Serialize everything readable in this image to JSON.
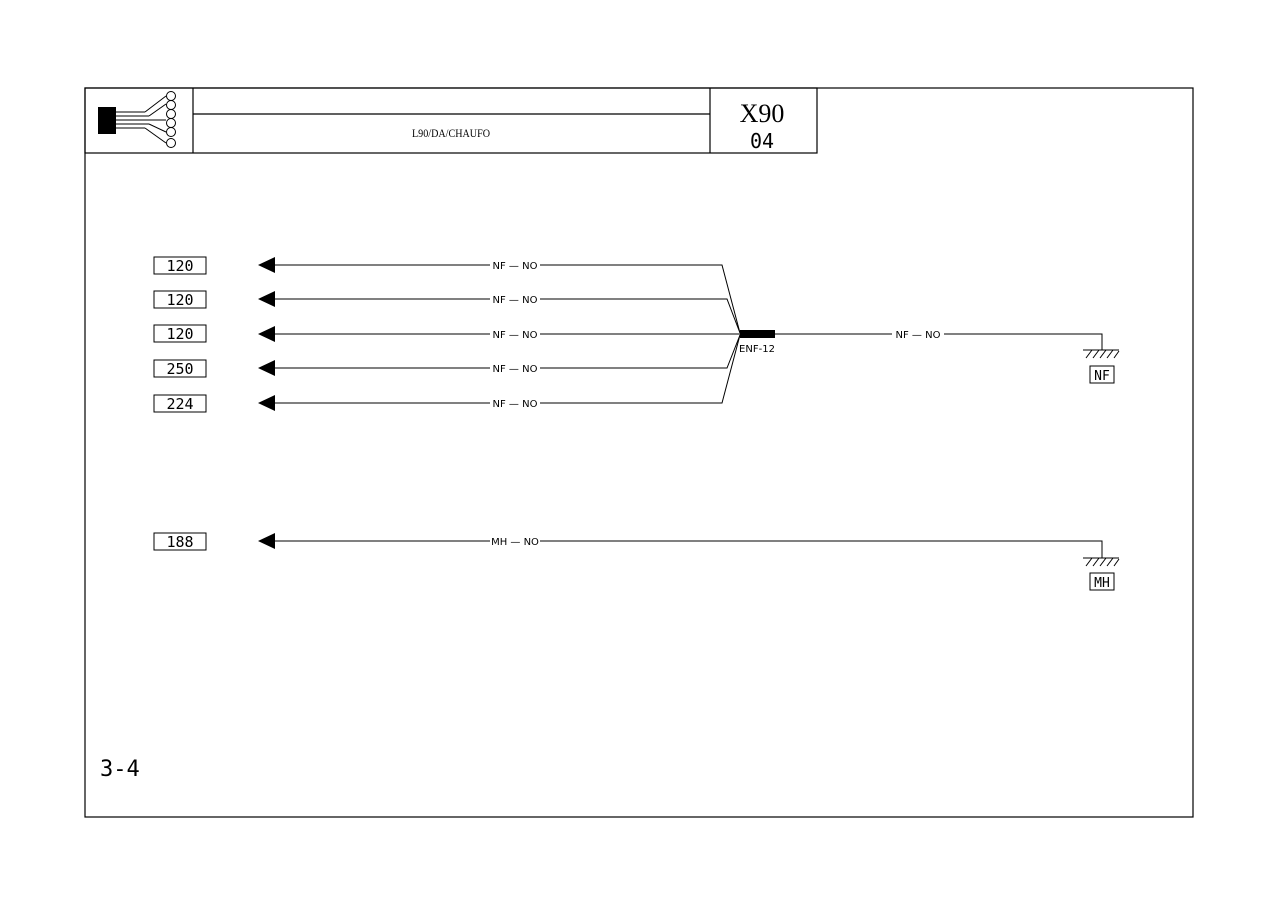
{
  "title_block": {
    "description": "L90/DA/CHAUFO",
    "code": "X90",
    "sheet": "04"
  },
  "page_ref": "3-4",
  "wires": [
    {
      "destination": "120",
      "label": "NF — NO"
    },
    {
      "destination": "120",
      "label": "NF — NO"
    },
    {
      "destination": "120",
      "label": "NF — NO"
    },
    {
      "destination": "250",
      "label": "NF — NO"
    },
    {
      "destination": "224",
      "label": "NF — NO"
    },
    {
      "destination": "188",
      "label": "MH — NO"
    }
  ],
  "splice": {
    "label": "ENF-12",
    "out_label": "NF — NO"
  },
  "grounds": [
    {
      "label": "NF"
    },
    {
      "label": "MH"
    }
  ]
}
